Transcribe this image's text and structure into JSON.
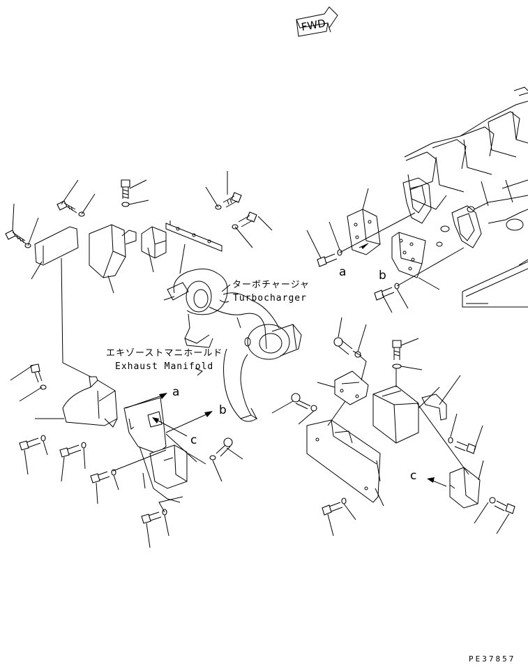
{
  "labels": {
    "fwd": "FWD",
    "turbocharger_jp": "ターボチャージャ",
    "turbocharger_en": "Turbocharger",
    "exhaust_manifold_jp": "エキゾーストマニホールド",
    "exhaust_manifold_en": "Exhaust Manifold",
    "drawing_number": "PE37857"
  },
  "reference_letters": {
    "a": "a",
    "b": "b",
    "c": "c"
  }
}
